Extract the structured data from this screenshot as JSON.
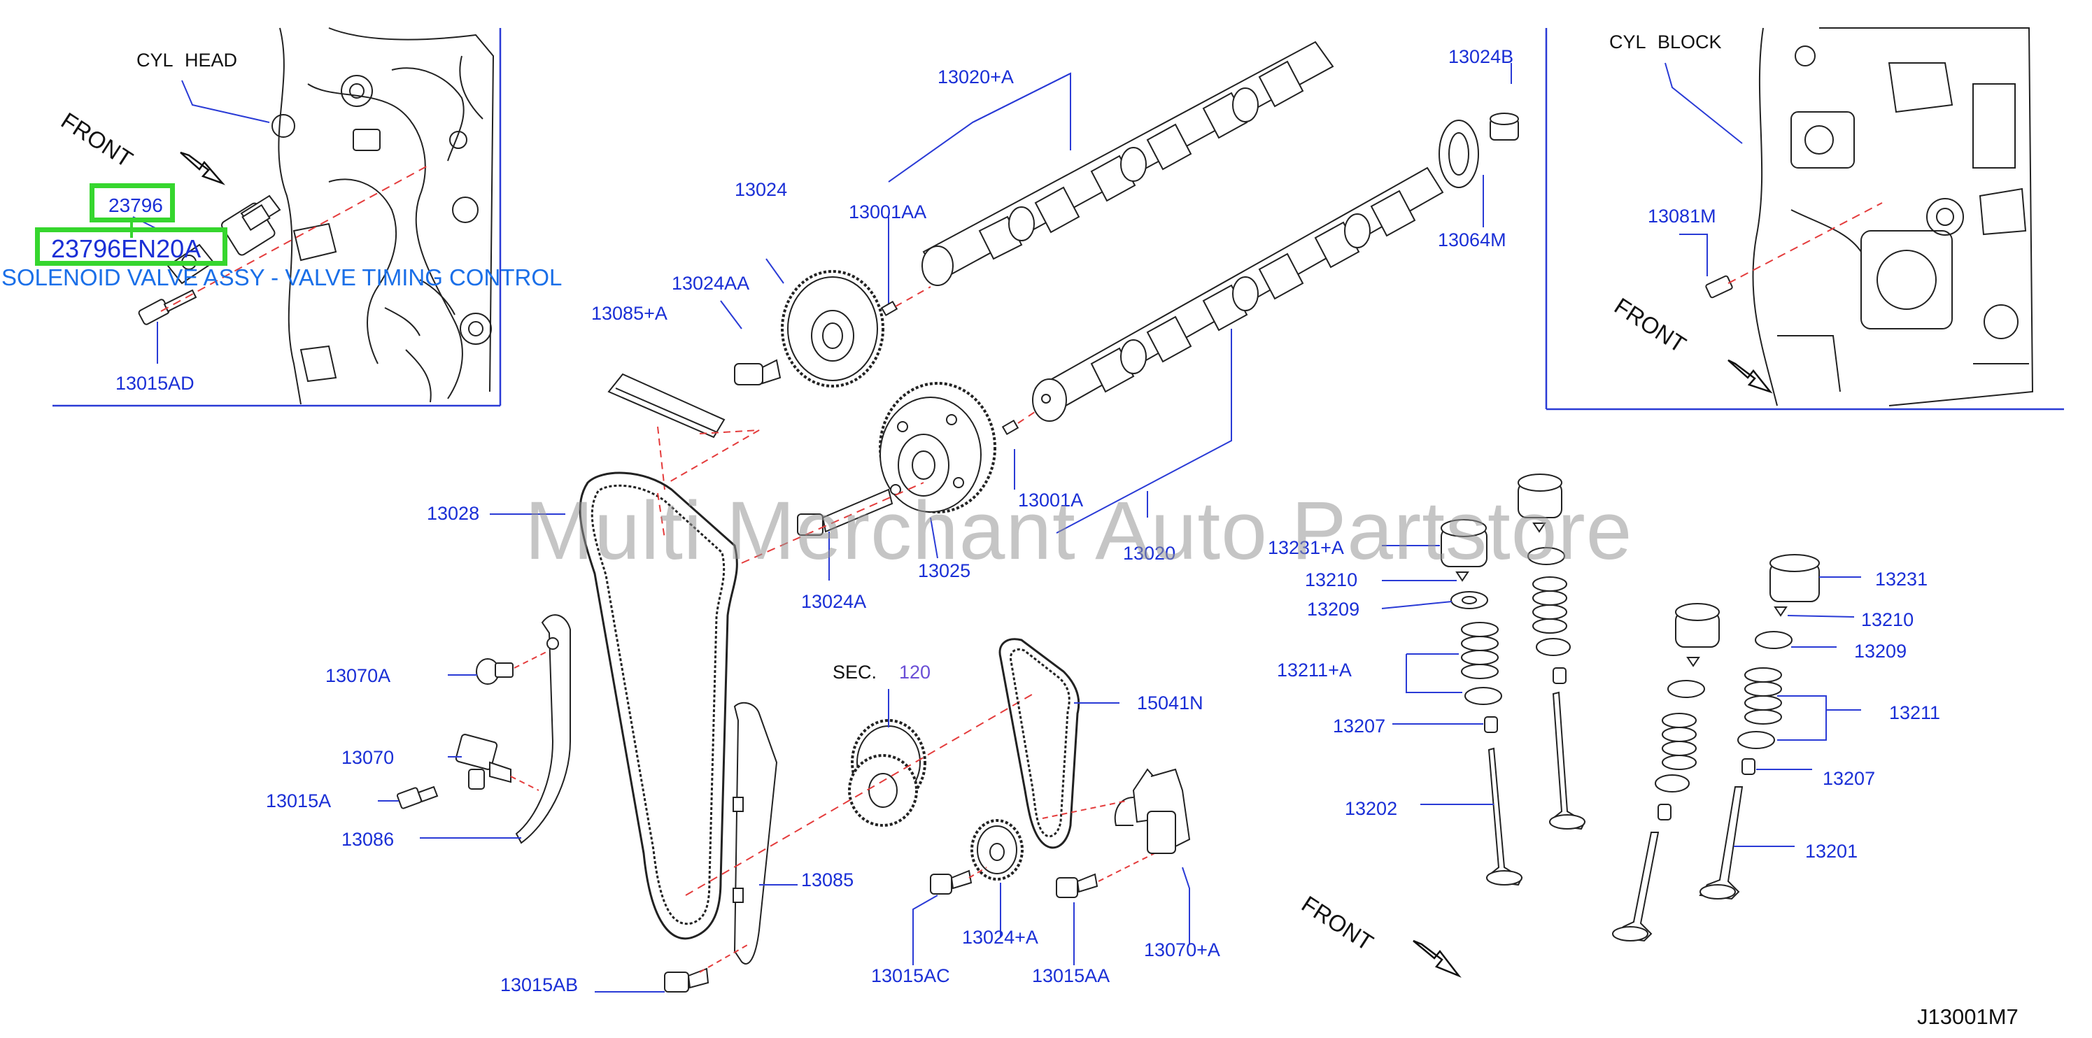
{
  "labels": {
    "l_13020A": "13020+A",
    "l_13024B": "13024B",
    "l_13024": "13024",
    "l_13001AA": "13001AA",
    "l_13064M": "13064M",
    "l_13024AA": "13024AA",
    "l_13085A": "13085+A",
    "l_13015AD": "13015AD",
    "l_13081M": "13081M",
    "l_13028": "13028",
    "l_13001A": "13001A",
    "l_13020": "13020",
    "l_13024A": "13024A",
    "l_13025": "13025",
    "l_13231A": "13231+A",
    "l_13210a": "13210",
    "l_13209a": "13209",
    "l_13211A": "13211+A",
    "l_13207a": "13207",
    "l_13202": "13202",
    "l_13231": "13231",
    "l_13210b": "13210",
    "l_13209b": "13209",
    "l_13211": "13211",
    "l_13207b": "13207",
    "l_13201": "13201",
    "l_13070A": "13070A",
    "l_13070": "13070",
    "l_13015A": "13015A",
    "l_13086": "13086",
    "l_sec_num": "120",
    "l_15041N": "15041N",
    "l_13085": "13085",
    "l_13015AB": "13015AB",
    "l_13024pA": "13024+A",
    "l_13015AC": "13015AC",
    "l_13015AA": "13015AA",
    "l_13070pA": "13070+A"
  },
  "black_labels": {
    "cyl_head": "CYL HEAD",
    "cyl_block": "CYL BLOCK",
    "sec": "SEC."
  },
  "front_labels": {
    "front1": "FRONT",
    "front2": "FRONT",
    "front3": "FRONT"
  },
  "highlight": {
    "part_number": "23796",
    "part_code": "23796EN20A",
    "caption": "SOLENOID VALVE ASSY - VALVE TIMING CONTROL"
  },
  "diagram_code": "J13001M7",
  "watermark": "Multi Merchant Auto Partstore",
  "colors": {
    "label_blue": "#1a2fd6",
    "caption_blue": "#1a6fe8",
    "highlight_green": "#36d62e",
    "dashed_red": "#e43c3c",
    "line_art": "#222222"
  }
}
